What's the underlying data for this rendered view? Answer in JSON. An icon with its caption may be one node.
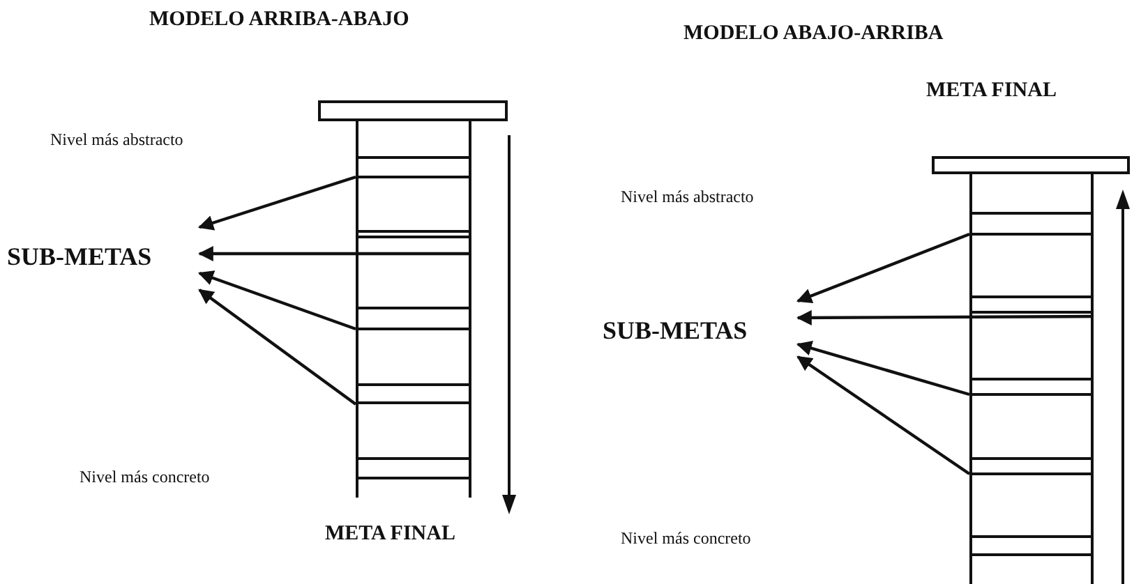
{
  "diagram": {
    "nodes": [
      {
        "text": [
          "SUB-METAS"
        ]
      },
      {
        "text": [],
        "shape": "ladder"
      },
      {
        "text": [
          "SUB-METAS"
        ]
      },
      {
        "text": [],
        "shape": "ladder"
      },
      {
        "text": [],
        "shape": "bar"
      },
      {
        "text": [],
        "shape": "bar"
      }
    ],
    "edges": [
      {
        "from": 1,
        "to": 0,
        "arrow": "to"
      },
      {
        "from": 1,
        "to": 0,
        "arrow": "to"
      },
      {
        "from": 1,
        "to": 0,
        "arrow": "to"
      },
      {
        "from": 1,
        "to": 0,
        "arrow": "to"
      },
      {
        "from": 3,
        "to": 2,
        "arrow": "to"
      },
      {
        "from": 3,
        "to": 2,
        "arrow": "to"
      },
      {
        "from": 3,
        "to": 2,
        "arrow": "to"
      },
      {
        "from": 3,
        "to": 2,
        "arrow": "to"
      }
    ],
    "labels": [
      "MODELO ARRIBA-ABAJO",
      "Nivel más abstracto",
      "Nivel más concreto",
      "META FINAL",
      "MODELO ABAJO-ARRIBA",
      "META FINAL",
      "Nivel más abstracto",
      "Nivel más concreto"
    ]
  }
}
